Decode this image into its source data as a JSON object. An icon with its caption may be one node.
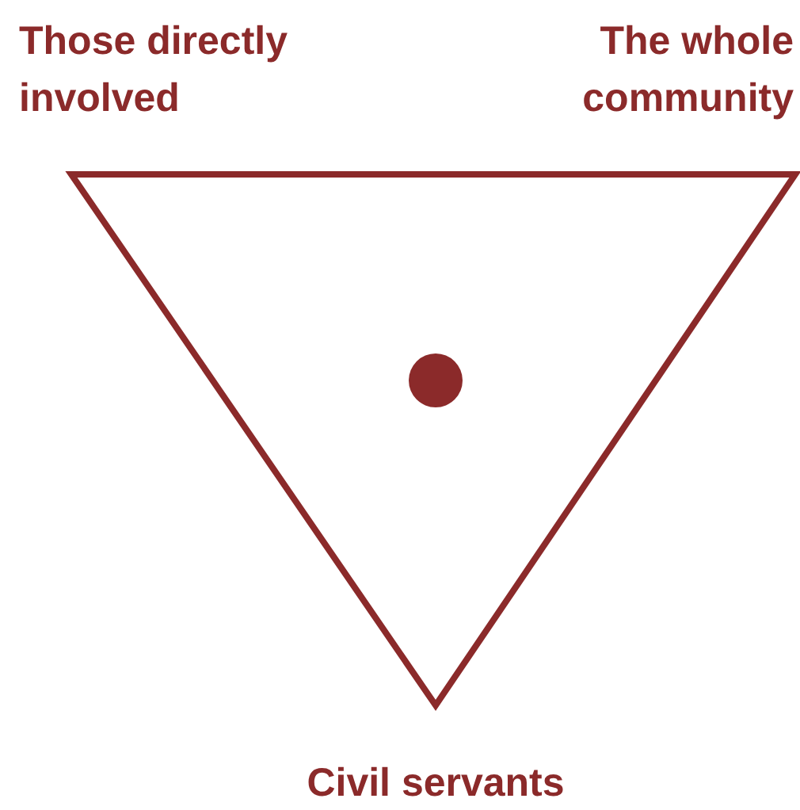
{
  "diagram": {
    "labels": [
      "Those directly involved",
      "The whole community",
      "Civil servants"
    ]
  }
}
